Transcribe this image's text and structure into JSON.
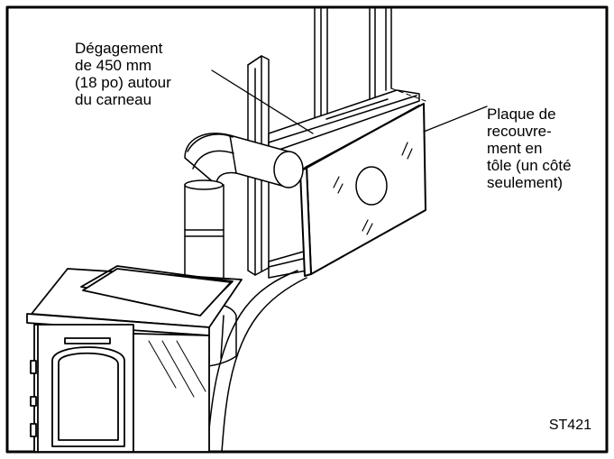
{
  "labels": {
    "clearance": "Dégagement\nde 450 mm\n(18 po) autour\ndu carneau",
    "cover_plate": "Plaque de\nrecouvre-\nment en\ntôle (un côté\nseulement)",
    "figure_code": "ST421"
  },
  "colors": {
    "line": "#000000",
    "background": "#ffffff"
  }
}
